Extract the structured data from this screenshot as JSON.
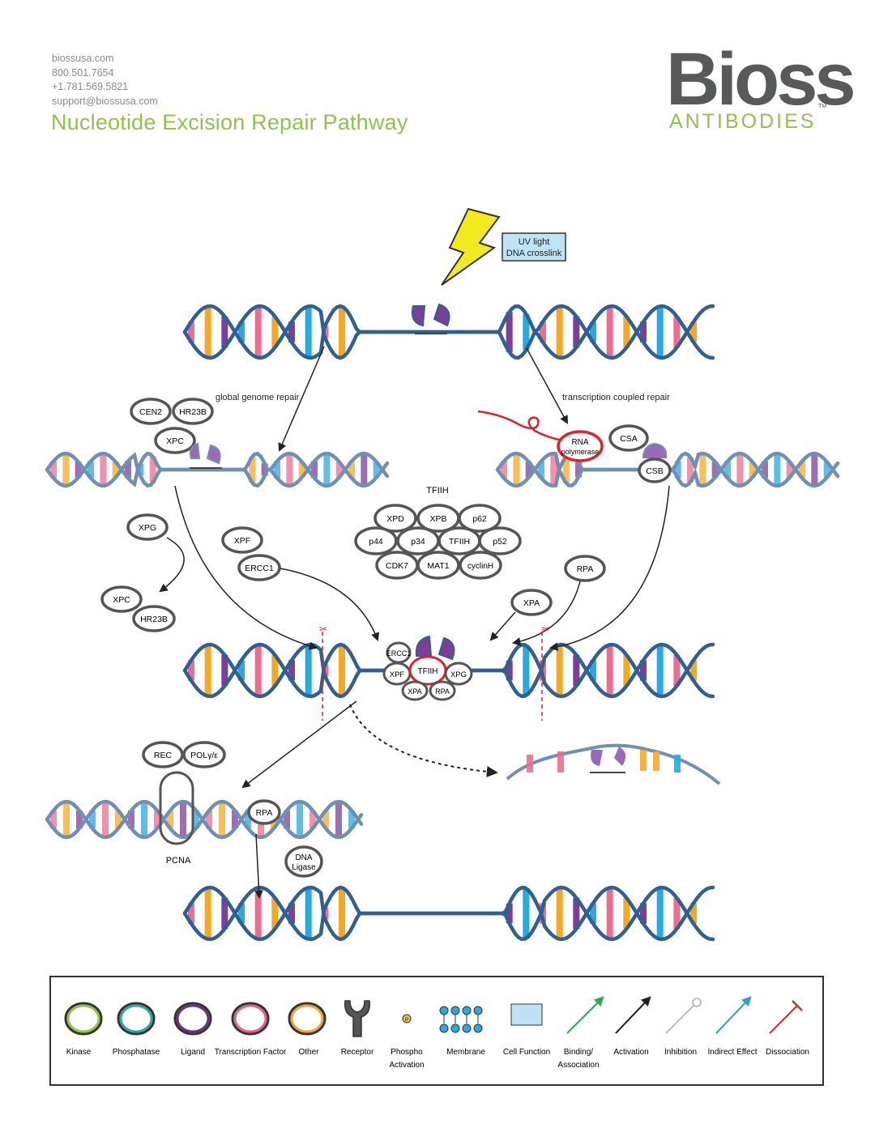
{
  "header": {
    "website": "biossusa.com",
    "phone1": "800.501.7654",
    "phone2": "+1.781.569.5821",
    "email": "support@biossusa.com",
    "title": "Nucleotide Excision Repair Pathway"
  },
  "logo": {
    "word": "Bioss",
    "sub": "ANTIBODIES",
    "tm": "TM"
  },
  "labels": {
    "uv_line1": "UV light",
    "uv_line2": "DNA crosslink",
    "global_repair": "global genome repair",
    "transcription_repair": "transcription coupled repair",
    "tfiih_group": "TFIIH",
    "pcna": "PCNA"
  },
  "proteins": {
    "cen2": "CEN2",
    "hr23b_top": "HR23B",
    "xpc_top": "XPC",
    "rna_line1": "RNA",
    "rna_line2": "polymerase",
    "csa": "CSA",
    "csb": "CSB",
    "xpd": "XPD",
    "xpb": "XPB",
    "p62": "p62",
    "p44": "p44",
    "p34": "p34",
    "tfiih_mem": "TFIIH",
    "p52": "p52",
    "cdk7": "CDK7",
    "mat1": "MAT1",
    "cyclinh": "cyclinH",
    "xpg_left": "XPG",
    "xpf_mid": "XPF",
    "ercc1_mid": "ERCC1",
    "xpc_low": "XPC",
    "hr23b_low": "HR23B",
    "rpa_right": "RPA",
    "xpa_right": "XPA",
    "c_ercc1": "ERCC1",
    "c_xpf": "XPF",
    "c_tfiih": "TFIIH",
    "c_xpg": "XPG",
    "c_xpa": "XPA",
    "c_rpa": "RPA",
    "rec": "REC",
    "poly": "POLγ/ε",
    "rpa_low": "RPA",
    "lig1": "DNA",
    "lig2": "Ligase"
  },
  "legend": {
    "kinase": "Kinase",
    "phosphatase": "Phosphatase",
    "ligand": "Ligand",
    "tf": "Transcription Factor",
    "other": "Other",
    "receptor": "Receptor",
    "phospho1": "Phospho",
    "phospho2": "Activation",
    "membrane": "Membrane",
    "cellfunc": "Cell Function",
    "binding1": "Binding/",
    "binding2": "Association",
    "activation": "Activation",
    "inhibition": "Inhibition",
    "indirect": "Indirect Effect",
    "dissociation": "Dissociation",
    "phospho_symbol": "P"
  },
  "colors": {
    "strand": "#2f5f95",
    "pale_strand": "#6f8fb5",
    "purple": "#7b3f98",
    "cyan": "#27a9e1",
    "orange": "#f7a823",
    "pink": "#ee6c8f",
    "lightning": "#f2ea1e",
    "cell_function_box": "#bde3f5",
    "kinase": "#8dc449",
    "phosphatase": "#2ea8a0",
    "ligand": "#6a2f8a",
    "tf": "#e8637f",
    "other": "#f0a53c",
    "rna_red": "#e0202f",
    "binding": "#2fa84f",
    "indirect": "#2b9be0",
    "inhibition": "#bdbdbd",
    "dissociation": "#c7302f",
    "title_green": "#8dc449",
    "logo_gray": "#58595b"
  }
}
